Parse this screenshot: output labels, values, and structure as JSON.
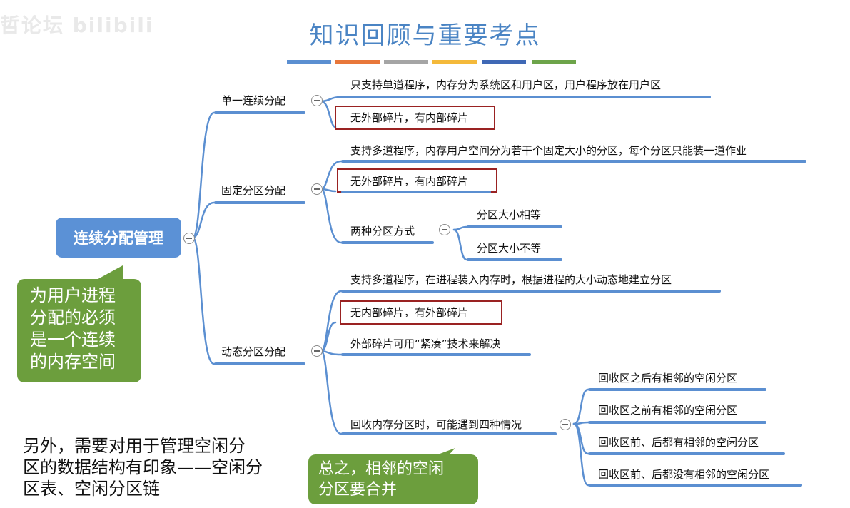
{
  "watermark": "哲论坛 bilibili",
  "title": "知识回顾与重要考点",
  "color_bars": [
    "#5b8fd1",
    "#e8773a",
    "#a5a5a5",
    "#f4b93a",
    "#3f68b5",
    "#6da44a"
  ],
  "root": "连续分配管理",
  "branches": {
    "single": {
      "label": "单一连续分配",
      "items": [
        "只支持单道程序，内存分为系统区和用户区，用户程序放在用户区",
        "无外部碎片，有内部碎片"
      ]
    },
    "fixed": {
      "label": "固定分区分配",
      "items": [
        "支持多道程序，内存用户空间分为若干个固定大小的分区，每个分区只能装一道作业",
        "无外部碎片，有内部碎片",
        "两种分区方式"
      ],
      "modes": [
        "分区大小相等",
        "分区大小不等"
      ]
    },
    "dynamic": {
      "label": "动态分区分配",
      "items": [
        "支持多道程序，在进程装入内存时，根据进程的大小动态地建立分区",
        "无内部碎片，有外部碎片",
        "外部碎片可用“紧凑”技术来解决",
        "回收内存分区时，可能遇到四种情况"
      ],
      "cases": [
        "回收区之后有相邻的空闲分区",
        "回收区之前有相邻的空闲分区",
        "回收区前、后都有相邻的空闲分区",
        "回收区前、后都没有相邻的空闲分区"
      ]
    }
  },
  "callouts": {
    "left": [
      "为用户进程",
      "分配的必须",
      "是一个连续",
      "的内存空间"
    ],
    "bottom": [
      "总之，相邻的空闲",
      "分区要合并"
    ]
  },
  "note": [
    "另外，需要对用于管理空闲分",
    "区的数据结构有印象——空闲分",
    "区表、空闲分区链"
  ]
}
